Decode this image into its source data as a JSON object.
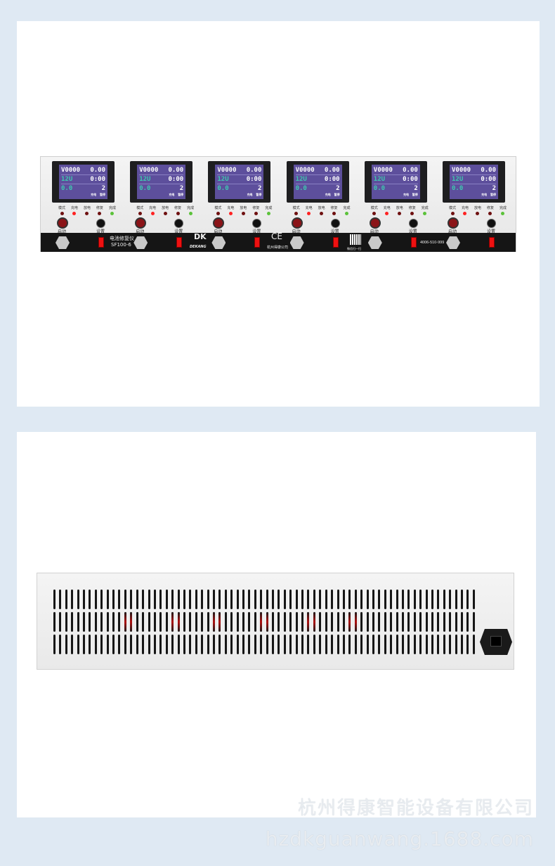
{
  "product": {
    "lcd": {
      "v1": "V0000",
      "v2": "0.00",
      "v3": "12U",
      "v4": "0:00",
      "v5": "0.0",
      "v6": "2",
      "s1": "充电",
      "s2": "暂停"
    },
    "led_labels": [
      "模式",
      "充电",
      "放电",
      "修复",
      "完成"
    ],
    "start_label": "启动",
    "set_label": "设置",
    "model_name": "电池修复仪",
    "model_code": "SF100-6",
    "brand": "DEKANG",
    "ce_mark": "CE",
    "company_short": "杭州得康公司",
    "qr_caption": "微信扫一扫",
    "phone": "4006-510-999",
    "module_count": 6
  },
  "watermark": {
    "company": "杭州得康智能设备有限公司",
    "url": "hzdkguanwang.1688.com"
  },
  "colors": {
    "background": "#dfe9f3",
    "screen": "#5d4f9c",
    "start_button": "#8b1418",
    "switch": "#e11111"
  }
}
